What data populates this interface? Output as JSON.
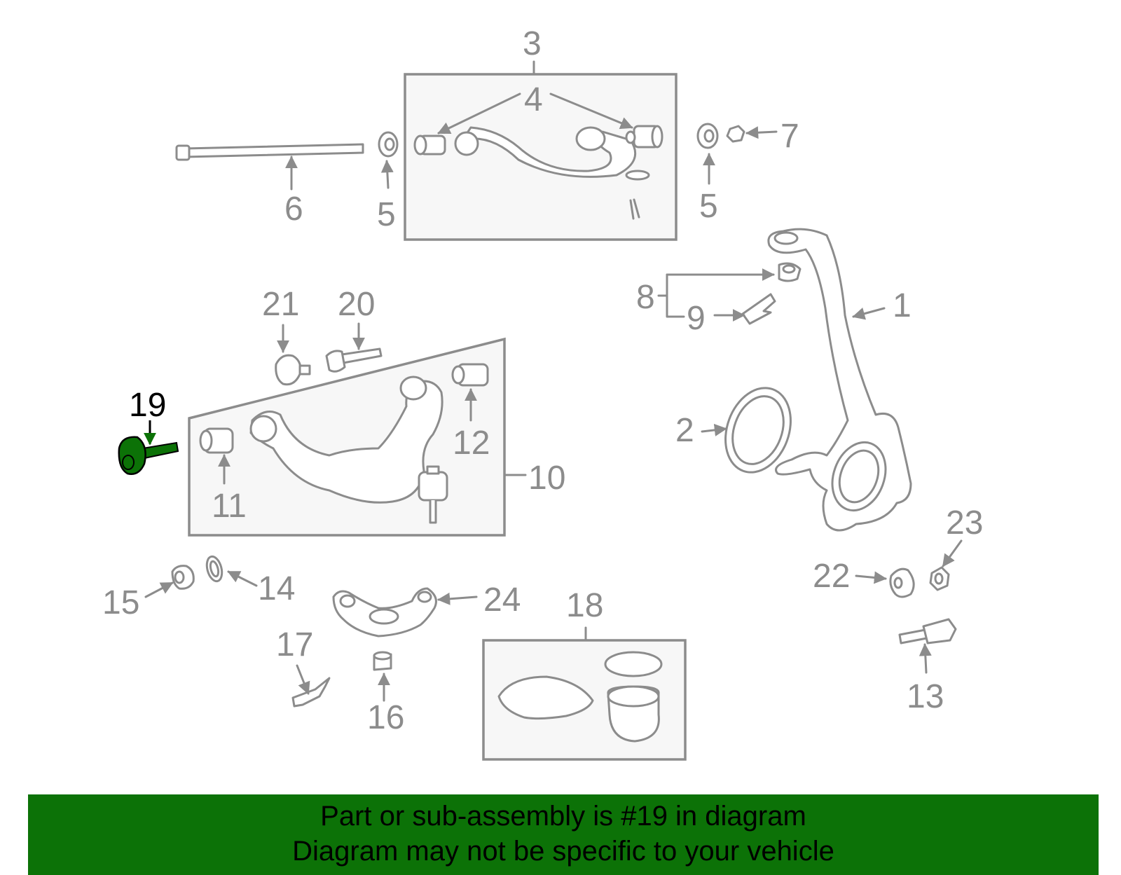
{
  "diagram": {
    "highlight_color": "#0c7207",
    "line_color": "#8c8c8c",
    "highlighted_callout": "19",
    "callouts": {
      "c1": "1",
      "c2": "2",
      "c3": "3",
      "c4": "4",
      "c5a": "5",
      "c5b": "5",
      "c6": "6",
      "c7": "7",
      "c8": "8",
      "c9": "9",
      "c10": "10",
      "c11": "11",
      "c12": "12",
      "c13": "13",
      "c14": "14",
      "c15": "15",
      "c16": "16",
      "c17": "17",
      "c18": "18",
      "c19": "19",
      "c20": "20",
      "c21": "21",
      "c22": "22",
      "c23": "23",
      "c24": "24"
    }
  },
  "banner": {
    "line1": "Part or sub-assembly is #19 in diagram",
    "line2": "Diagram may not be specific to your vehicle"
  }
}
